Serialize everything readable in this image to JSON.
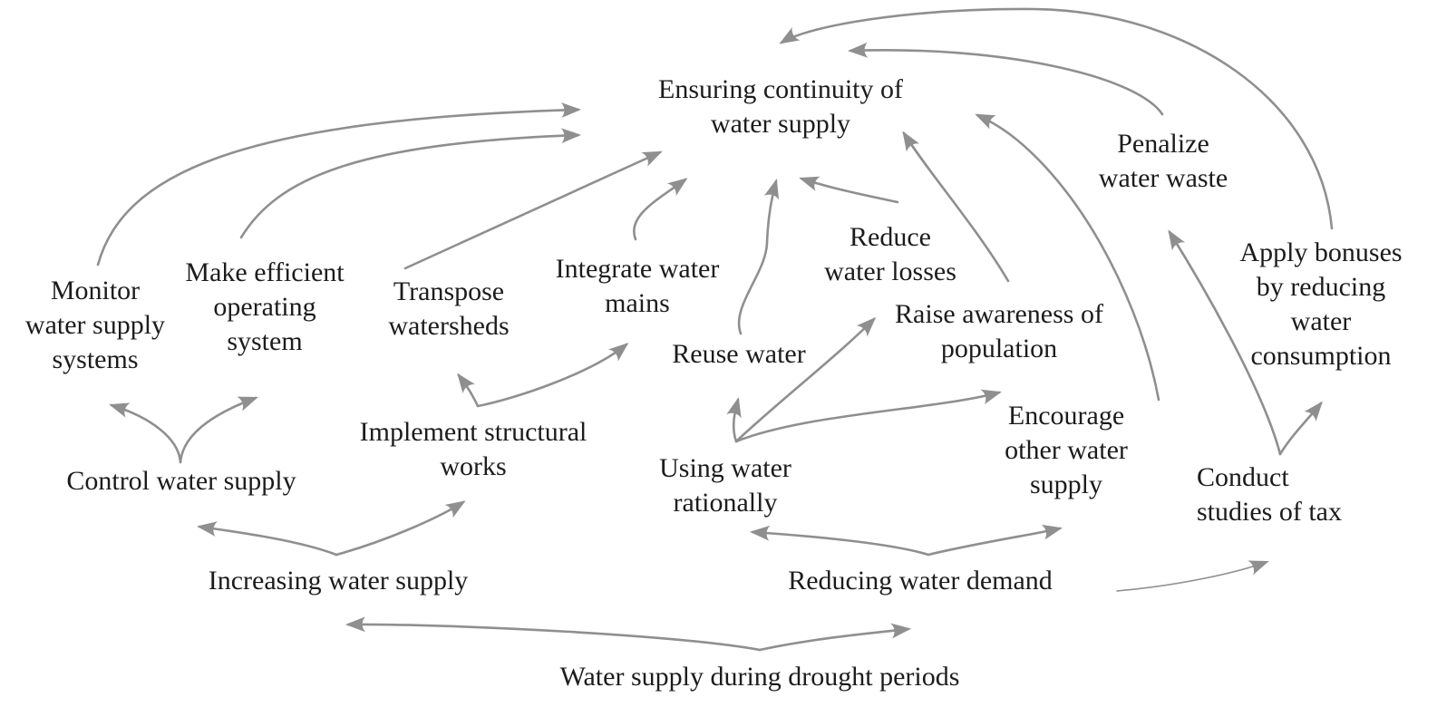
{
  "diagram": {
    "title": "Water supply during drought periods causal diagram",
    "colors": {
      "background": "#ffffff",
      "text": "#1c1c1c",
      "arrow": "#8f8f8f"
    },
    "nodes": {
      "ensuring": {
        "label": "Ensuring continuity of water supply",
        "lines": [
          "Ensuring continuity of",
          "water supply"
        ]
      },
      "penalize": {
        "label": "Penalize water waste",
        "lines": [
          "Penalize",
          "water waste"
        ]
      },
      "apply_bonuses": {
        "label": "Apply bonuses by reducing water consumption",
        "lines": [
          "Apply bonuses",
          "by reducing",
          "water",
          "consumption"
        ]
      },
      "monitor": {
        "label": "Monitor water supply systems",
        "lines": [
          "Monitor",
          "water supply",
          "systems"
        ]
      },
      "make_efficient": {
        "label": "Make efficient operating system",
        "lines": [
          "Make efficient",
          "operating",
          "system"
        ]
      },
      "transpose": {
        "label": "Transpose watersheds",
        "lines": [
          "Transpose",
          "watersheds"
        ]
      },
      "integrate": {
        "label": "Integrate water mains",
        "lines": [
          "Integrate water",
          "mains"
        ]
      },
      "reduce_losses": {
        "label": "Reduce water losses",
        "lines": [
          "Reduce",
          "water losses"
        ]
      },
      "reuse": {
        "label": "Reuse water",
        "lines": [
          "Reuse water"
        ]
      },
      "raise_awareness": {
        "label": "Raise awareness of population",
        "lines": [
          "Raise awareness of",
          "population"
        ]
      },
      "implement": {
        "label": "Implement structural works",
        "lines": [
          "Implement structural",
          "works"
        ]
      },
      "using_water": {
        "label": "Using water rationally",
        "lines": [
          "Using water",
          "rationally"
        ]
      },
      "encourage": {
        "label": "Encourage other water supply",
        "lines": [
          "Encourage",
          "other water",
          "supply"
        ]
      },
      "conduct": {
        "label": "Conduct studies of tax",
        "lines": [
          "Conduct",
          "studies of tax"
        ]
      },
      "control": {
        "label": "Control water supply",
        "lines": [
          "Control water supply"
        ]
      },
      "increasing": {
        "label": "Increasing water supply",
        "lines": [
          "Increasing water supply"
        ]
      },
      "reducing": {
        "label": "Reducing water demand",
        "lines": [
          "Reducing water demand"
        ]
      },
      "drought": {
        "label": "Water supply during drought periods",
        "lines": [
          "Water supply during drought periods"
        ]
      }
    },
    "edges": [
      {
        "from": "monitor",
        "to": "ensuring"
      },
      {
        "from": "make_efficient",
        "to": "ensuring"
      },
      {
        "from": "transpose",
        "to": "ensuring"
      },
      {
        "from": "integrate",
        "to": "ensuring"
      },
      {
        "from": "reuse",
        "to": "ensuring"
      },
      {
        "from": "reduce_losses",
        "to": "ensuring"
      },
      {
        "from": "raise_awareness",
        "to": "ensuring"
      },
      {
        "from": "encourage",
        "to": "ensuring"
      },
      {
        "from": "penalize",
        "to": "ensuring"
      },
      {
        "from": "apply_bonuses",
        "to": "ensuring"
      },
      {
        "from": "control",
        "to": "monitor"
      },
      {
        "from": "control",
        "to": "make_efficient"
      },
      {
        "from": "implement",
        "to": "transpose"
      },
      {
        "from": "implement",
        "to": "integrate"
      },
      {
        "from": "using_water",
        "to": "reuse"
      },
      {
        "from": "using_water",
        "to": "raise_awareness"
      },
      {
        "from": "using_water",
        "to": "encourage"
      },
      {
        "from": "conduct",
        "to": "penalize"
      },
      {
        "from": "conduct",
        "to": "apply_bonuses"
      },
      {
        "from": "increasing",
        "to": "control"
      },
      {
        "from": "increasing",
        "to": "implement"
      },
      {
        "from": "reducing",
        "to": "using_water"
      },
      {
        "from": "reducing",
        "to": "encourage"
      },
      {
        "from": "reducing",
        "to": "conduct"
      },
      {
        "from": "drought",
        "to": "increasing"
      },
      {
        "from": "drought",
        "to": "reducing"
      }
    ]
  }
}
